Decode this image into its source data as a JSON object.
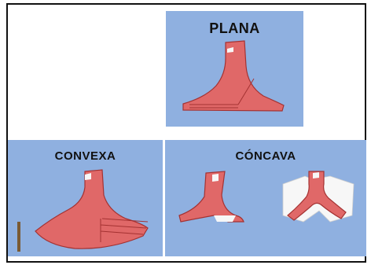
{
  "panels": {
    "plana": {
      "label": "PLANA",
      "background": "#8fb0e0"
    },
    "convexa": {
      "label": "CONVEXA",
      "background": "#8fb0e0"
    },
    "concava": {
      "label": "CÓNCAVA",
      "background": "#8fb0e0"
    }
  },
  "colors": {
    "tissue": "#e06868",
    "tissue_outline": "#a43232",
    "white_fragment": "#f7f7f7"
  }
}
